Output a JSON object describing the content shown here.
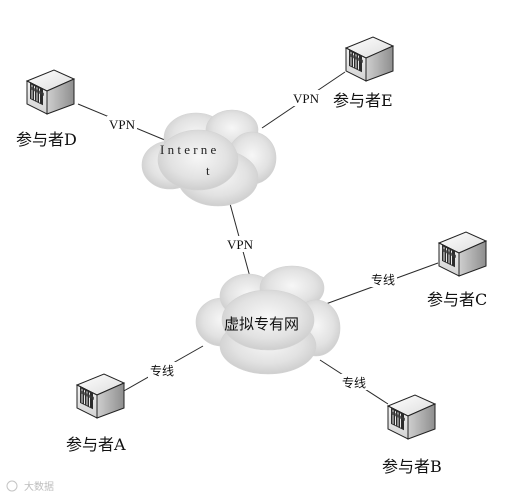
{
  "clouds": {
    "internet": {
      "label_line1": "I n t e r n e",
      "label_line2": "t"
    },
    "private": {
      "label": "虚拟专有网"
    }
  },
  "links": {
    "d_vpn": "VPN",
    "e_vpn": "VPN",
    "internet_private_vpn": "VPN",
    "c_line": "专线",
    "a_line": "专线",
    "b_line": "专线"
  },
  "nodes": {
    "a": "参与者A",
    "b": "参与者B",
    "c": "参与者C",
    "d": "参与者D",
    "e": "参与者E"
  },
  "watermark": "大数据"
}
